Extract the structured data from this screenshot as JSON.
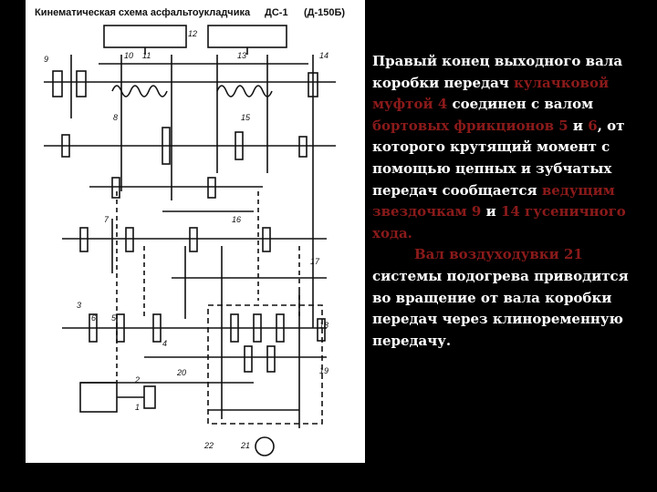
{
  "scheme": {
    "title_left": "Кинематическая схема асфальтоукладчика",
    "title_mid": "ДС-1",
    "title_right": "(Д-150Б)",
    "numbers": [
      "1",
      "2",
      "3",
      "4",
      "5",
      "6",
      "7",
      "8",
      "9",
      "10",
      "11",
      "12",
      "13",
      "14",
      "15",
      "16",
      "17",
      "18",
      "19",
      "20",
      "21",
      "22"
    ]
  },
  "text": {
    "p1_a": "Правый конец выходного вала коробки передач",
    "p1_b": "кулачковой муфтой 4",
    "p1_c": "соединен с валом",
    "p1_d": "бортовых фрикционов 5",
    "p1_e": "и",
    "p1_f": "6",
    "p1_g": ", от которого крутящий момент с помощью цепных и зубчатых передач сообщается",
    "p1_h": "ведущим звездочкам 9",
    "p1_i": "и",
    "p1_j": "14 гусеничного хода.",
    "p2_a": "Вал воздуходувки 21",
    "p2_b": "системы подогрева приводится во вращение от вала коробки передач через клиноременную передачу."
  },
  "colors": {
    "background": "#000000",
    "text": "#ffffff",
    "highlight": "#8b1a1a"
  }
}
